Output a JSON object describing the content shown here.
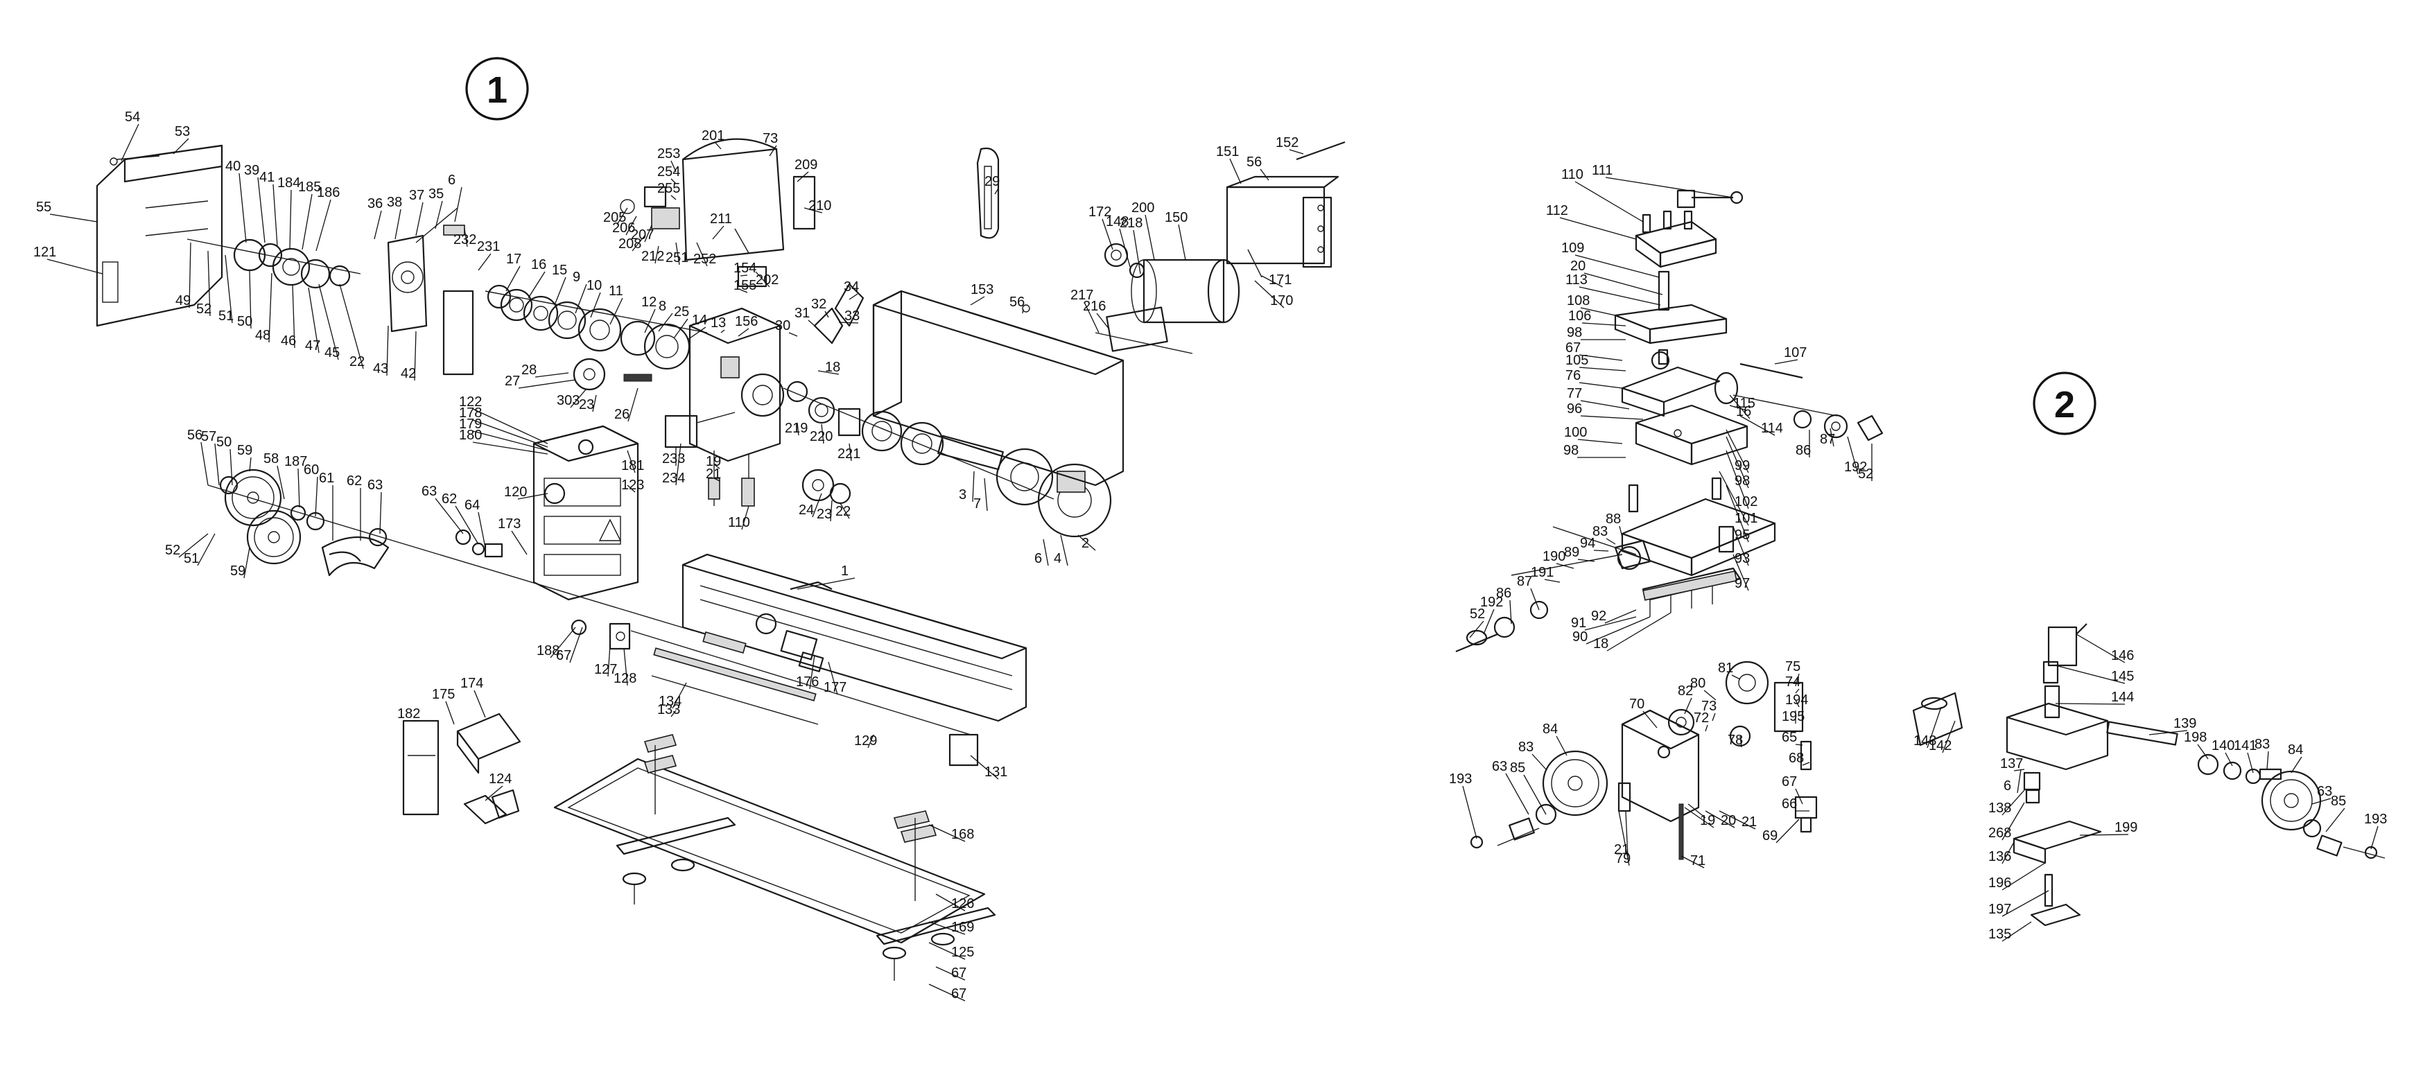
{
  "sections": [
    {
      "id": "sec1",
      "label": "1"
    },
    {
      "id": "sec2",
      "label": "2"
    }
  ],
  "part_labels": [
    "54",
    "53",
    "55",
    "121",
    "49",
    "52",
    "51",
    "50",
    "40",
    "39",
    "41",
    "184",
    "185",
    "186",
    "48",
    "46",
    "47",
    "45",
    "22",
    "36",
    "38",
    "37",
    "35",
    "6",
    "43",
    "42",
    "232",
    "231",
    "17",
    "16",
    "15",
    "9",
    "10",
    "11",
    "12",
    "8",
    "25",
    "14",
    "13",
    "156",
    "28",
    "27",
    "303",
    "23",
    "26",
    "122",
    "178",
    "179",
    "180",
    "181",
    "123",
    "233",
    "234",
    "120",
    "253",
    "254",
    "255",
    "205",
    "206",
    "207",
    "208",
    "212",
    "251",
    "252",
    "211",
    "201",
    "73",
    "209",
    "210",
    "202",
    "154",
    "155",
    "30",
    "31",
    "32",
    "34",
    "33",
    "18",
    "219",
    "220",
    "221",
    "19",
    "21",
    "110",
    "24",
    "23",
    "22",
    "153",
    "56",
    "3",
    "7",
    "4",
    "6",
    "2",
    "29",
    "172",
    "148",
    "218",
    "200",
    "150",
    "217",
    "216",
    "151",
    "56",
    "152",
    "171",
    "170",
    "56",
    "57",
    "50",
    "59",
    "58",
    "187",
    "60",
    "61",
    "62",
    "63",
    "52",
    "51",
    "59",
    "63",
    "62",
    "64",
    "173",
    "1",
    "188",
    "67",
    "127",
    "128",
    "176",
    "177",
    "134",
    "133",
    "129",
    "131",
    "182",
    "175",
    "174",
    "124",
    "168",
    "126",
    "169",
    "125",
    "67",
    "67",
    "110",
    "111",
    "112",
    "109",
    "20",
    "113",
    "108",
    "106",
    "98",
    "67",
    "105",
    "76",
    "77",
    "96",
    "100",
    "98",
    "107",
    "16",
    "114",
    "115",
    "87",
    "86",
    "192",
    "52",
    "99",
    "98",
    "102",
    "101",
    "95",
    "93",
    "97",
    "88",
    "83",
    "94",
    "89",
    "190",
    "191",
    "87",
    "86",
    "192",
    "52",
    "92",
    "91",
    "90",
    "18",
    "81",
    "80",
    "82",
    "73",
    "72",
    "70",
    "78",
    "75",
    "74",
    "194",
    "195",
    "65",
    "68",
    "67",
    "66",
    "84",
    "83",
    "63",
    "85",
    "193",
    "79",
    "21",
    "19",
    "20",
    "21",
    "69",
    "71",
    "146",
    "145",
    "144",
    "139",
    "143",
    "142",
    "198",
    "140",
    "141",
    "83",
    "84",
    "63",
    "85",
    "193",
    "137",
    "6",
    "138",
    "268",
    "136",
    "199",
    "196",
    "197",
    "135"
  ]
}
